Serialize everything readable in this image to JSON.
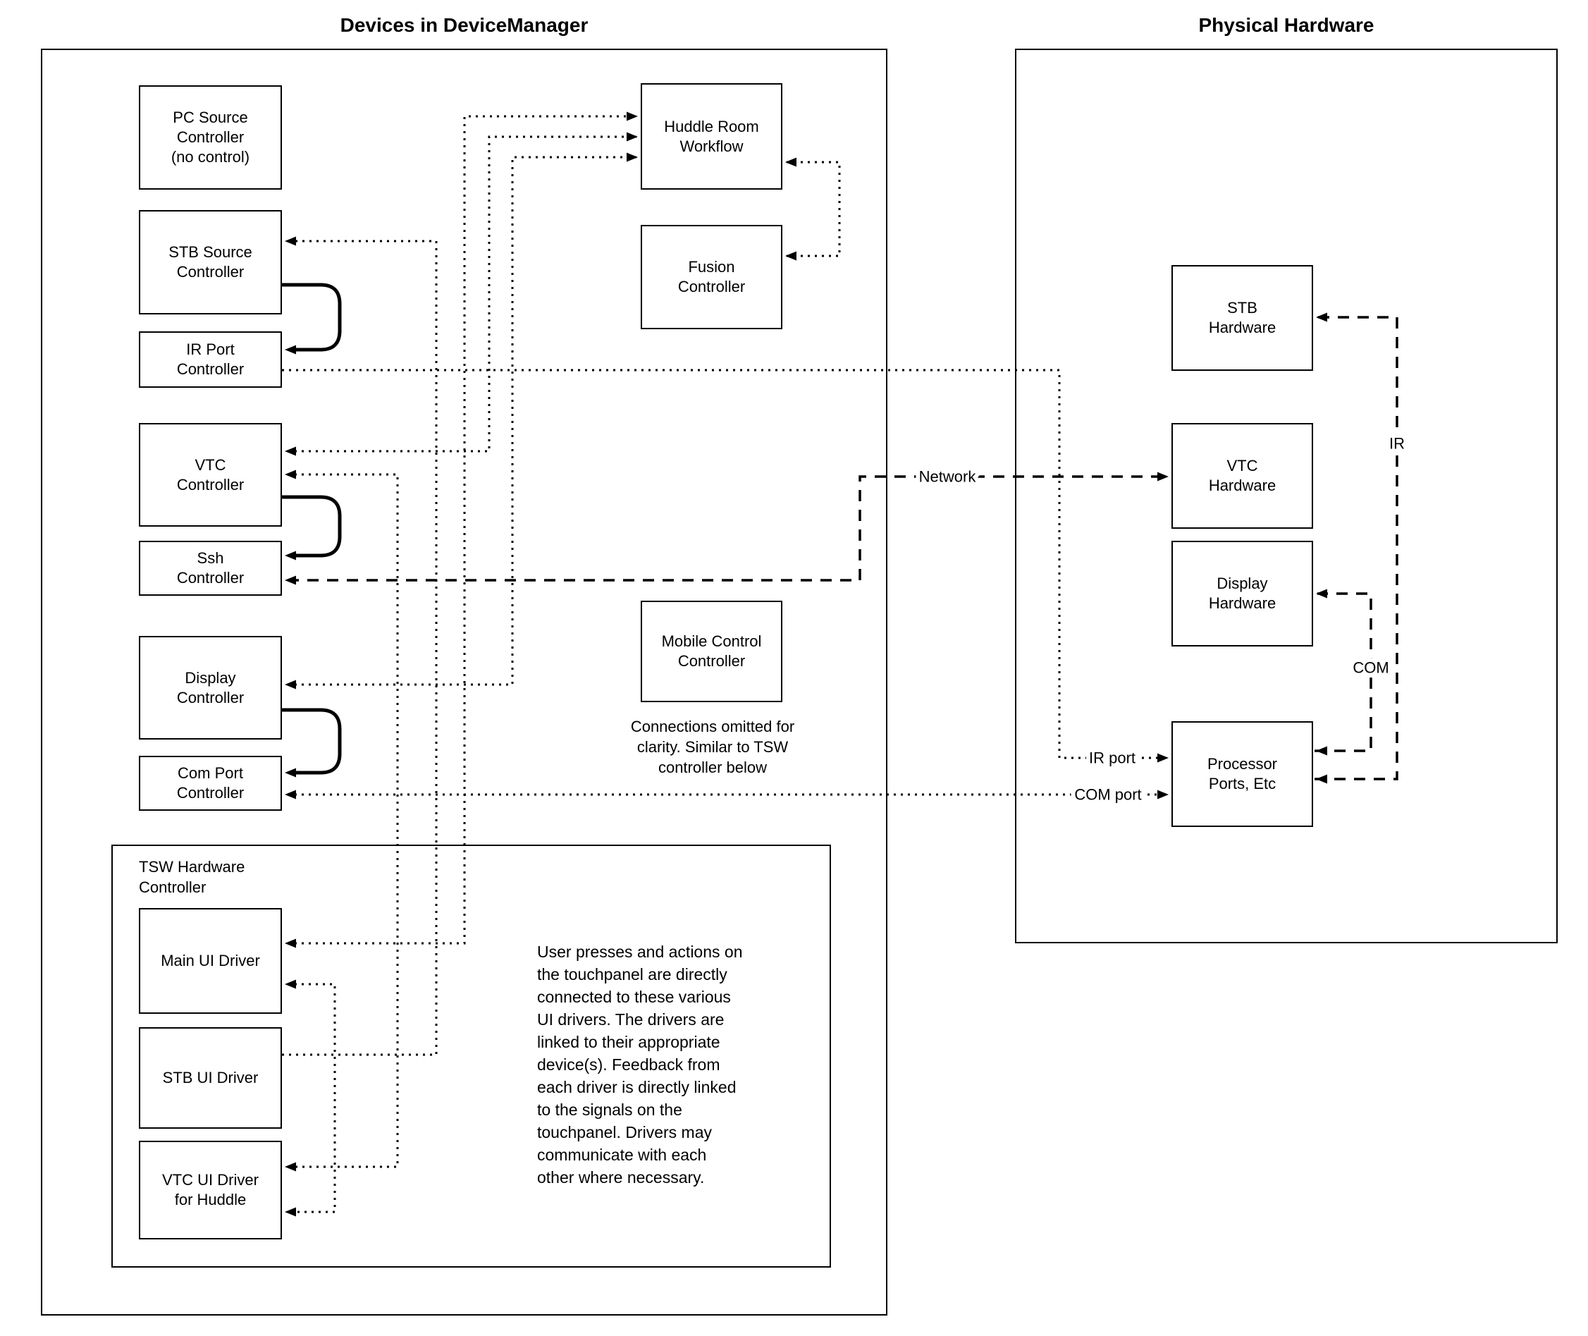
{
  "titles": {
    "left": "Devices in DeviceManager",
    "right": "Physical Hardware"
  },
  "nodes": {
    "pc_source": "PC Source\nController\n(no control)",
    "stb_source": "STB Source\nController",
    "ir_port": "IR Port\nController",
    "vtc": "VTC\nController",
    "ssh": "Ssh\nController",
    "display": "Display\nController",
    "com_port": "Com Port\nController",
    "huddle": "Huddle Room\nWorkflow",
    "fusion": "Fusion\nController",
    "mobile": "Mobile Control\nController",
    "tsw_label": "TSW Hardware\nController",
    "main_ui": "Main UI Driver",
    "stb_ui": "STB UI Driver",
    "vtc_ui": "VTC UI Driver\nfor Huddle",
    "stb_hw": "STB\nHardware",
    "vtc_hw": "VTC\nHardware",
    "display_hw": "Display\nHardware",
    "processor": "Processor\nPorts, Etc"
  },
  "edge_labels": {
    "network": "Network",
    "ir": "IR",
    "com": "COM",
    "ir_port": "IR port",
    "com_port": "COM port"
  },
  "notes": {
    "mobile_note": "Connections omitted for\nclarity. Similar to TSW\ncontroller below",
    "tsw_paragraph": "User presses and actions on\nthe touchpanel are directly\nconnected to these various\nUI drivers.  The drivers are\nlinked to their appropriate\ndevice(s). Feedback from\neach driver is directly linked\nto the signals on the\ntouchpanel. Drivers may\ncommunicate with each\nother where necessary."
  },
  "edges": [
    {
      "from": "STB UI Driver",
      "to": "STB Source Controller",
      "style": "dotted",
      "bidirectional": false
    },
    {
      "from": "Main UI Driver",
      "to": "Huddle Room Workflow",
      "style": "dotted",
      "bidirectional": true
    },
    {
      "from": "VTC Controller",
      "to": "Huddle Room Workflow",
      "style": "dotted",
      "bidirectional": true
    },
    {
      "from": "Display Controller",
      "to": "Huddle Room Workflow",
      "style": "dotted",
      "bidirectional": true
    },
    {
      "from": "VTC UI Driver for Huddle",
      "to": "VTC Controller",
      "style": "dotted",
      "bidirectional": true
    },
    {
      "from": "Main UI Driver",
      "to": "VTC UI Driver for Huddle",
      "style": "dotted",
      "bidirectional": true
    },
    {
      "from": "Huddle Room Workflow",
      "to": "Fusion Controller",
      "style": "dotted",
      "bidirectional": true
    },
    {
      "from": "IR Port Controller",
      "to": "Processor Ports, Etc",
      "style": "dotted",
      "label": "IR port",
      "bidirectional": false
    },
    {
      "from": "Com Port Controller",
      "to": "Processor Ports, Etc",
      "style": "dotted",
      "label": "COM port",
      "bidirectional": true
    },
    {
      "from": "Ssh Controller",
      "to": "VTC Hardware",
      "style": "dashed",
      "label": "Network",
      "bidirectional": true
    },
    {
      "from": "Processor Ports, Etc",
      "to": "STB Hardware",
      "style": "dashed",
      "label": "IR",
      "bidirectional": true
    },
    {
      "from": "Processor Ports, Etc",
      "to": "Display Hardware",
      "style": "dashed",
      "label": "COM",
      "bidirectional": true
    },
    {
      "from": "STB Source Controller",
      "to": "IR Port Controller",
      "style": "solid",
      "bidirectional": false
    },
    {
      "from": "VTC Controller",
      "to": "Ssh Controller",
      "style": "solid",
      "bidirectional": false
    },
    {
      "from": "Display Controller",
      "to": "Com Port Controller",
      "style": "solid",
      "bidirectional": false
    }
  ]
}
